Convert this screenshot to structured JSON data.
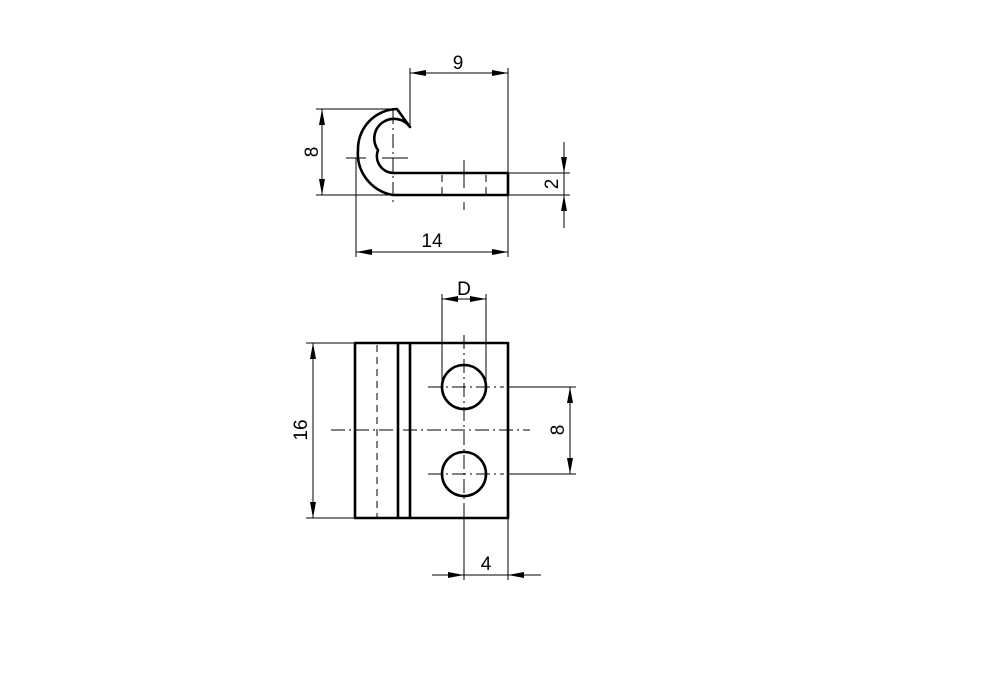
{
  "drawing": {
    "top_view": {
      "dimensions": {
        "hook_opening_width": "9",
        "hook_height": "8",
        "overall_length": "14",
        "thickness": "2"
      }
    },
    "front_view": {
      "dimensions": {
        "hole_diameter": "D",
        "overall_height": "16",
        "hole_spacing": "8",
        "hole_edge_distance": "4"
      }
    }
  },
  "colors": {
    "line": "#000000",
    "background": "#ffffff"
  }
}
